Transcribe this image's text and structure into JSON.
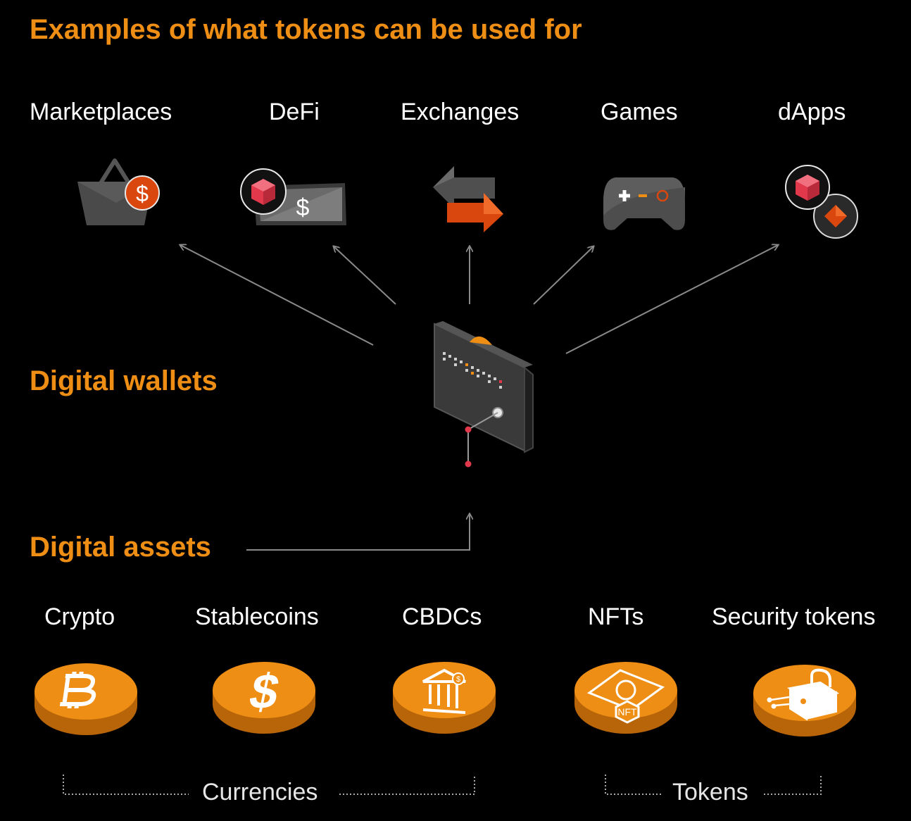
{
  "title": "Examples of what tokens can be used for",
  "uses": [
    {
      "label": "Marketplaces",
      "icon": "shopping-basket-icon"
    },
    {
      "label": "DeFi",
      "icon": "defi-banknote-icon"
    },
    {
      "label": "Exchanges",
      "icon": "exchange-arrows-icon"
    },
    {
      "label": "Games",
      "icon": "gamepad-icon"
    },
    {
      "label": "dApps",
      "icon": "dapps-tokens-icon"
    }
  ],
  "wallets": {
    "label": "Digital wallets",
    "icon": "wallet-icon"
  },
  "assets": {
    "label": "Digital assets",
    "items": [
      {
        "label": "Crypto",
        "icon": "bitcoin-coin-icon"
      },
      {
        "label": "Stablecoins",
        "icon": "dollar-coin-icon"
      },
      {
        "label": "CBDCs",
        "icon": "bank-coin-icon"
      },
      {
        "label": "NFTs",
        "icon": "nft-coin-icon"
      },
      {
        "label": "Security tokens",
        "icon": "lock-coin-icon"
      }
    ],
    "groups": [
      {
        "label": "Currencies"
      },
      {
        "label": "Tokens"
      }
    ]
  },
  "colors": {
    "accent": "#EE8E14",
    "red_accent": "#E2384B",
    "orange_red": "#D9470F",
    "icon_gray": "#4a4a4a",
    "connector": "#8a8a8a"
  }
}
